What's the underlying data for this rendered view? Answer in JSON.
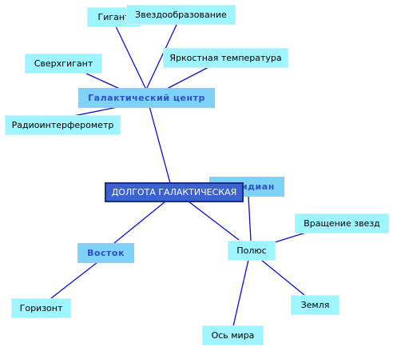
{
  "diagram": {
    "root": "ДОЛГОТА ГАЛАКТИЧЕСКАЯ",
    "hubs": {
      "center": "Галактический центр",
      "meridian": "Меридиан",
      "east": "Восток"
    },
    "nodes": {
      "giant": "Гигант",
      "star_formation": "Звездообразование",
      "supergiant": "Сверхгигант",
      "brightness_temp": "Яркостная температура",
      "radio_interferometer": "Радиоинтерферометр",
      "pole": "Полюс",
      "star_rotation": "Вращение звезд",
      "earth": "Земля",
      "world_axis": "Ось мира",
      "horizon": "Горизонт"
    }
  },
  "colors": {
    "edge": "#0a0adc",
    "leaf_fill": "#9ff5ff",
    "hub_fill": "#7fd2f7",
    "root_fill": "#3b62cf"
  }
}
